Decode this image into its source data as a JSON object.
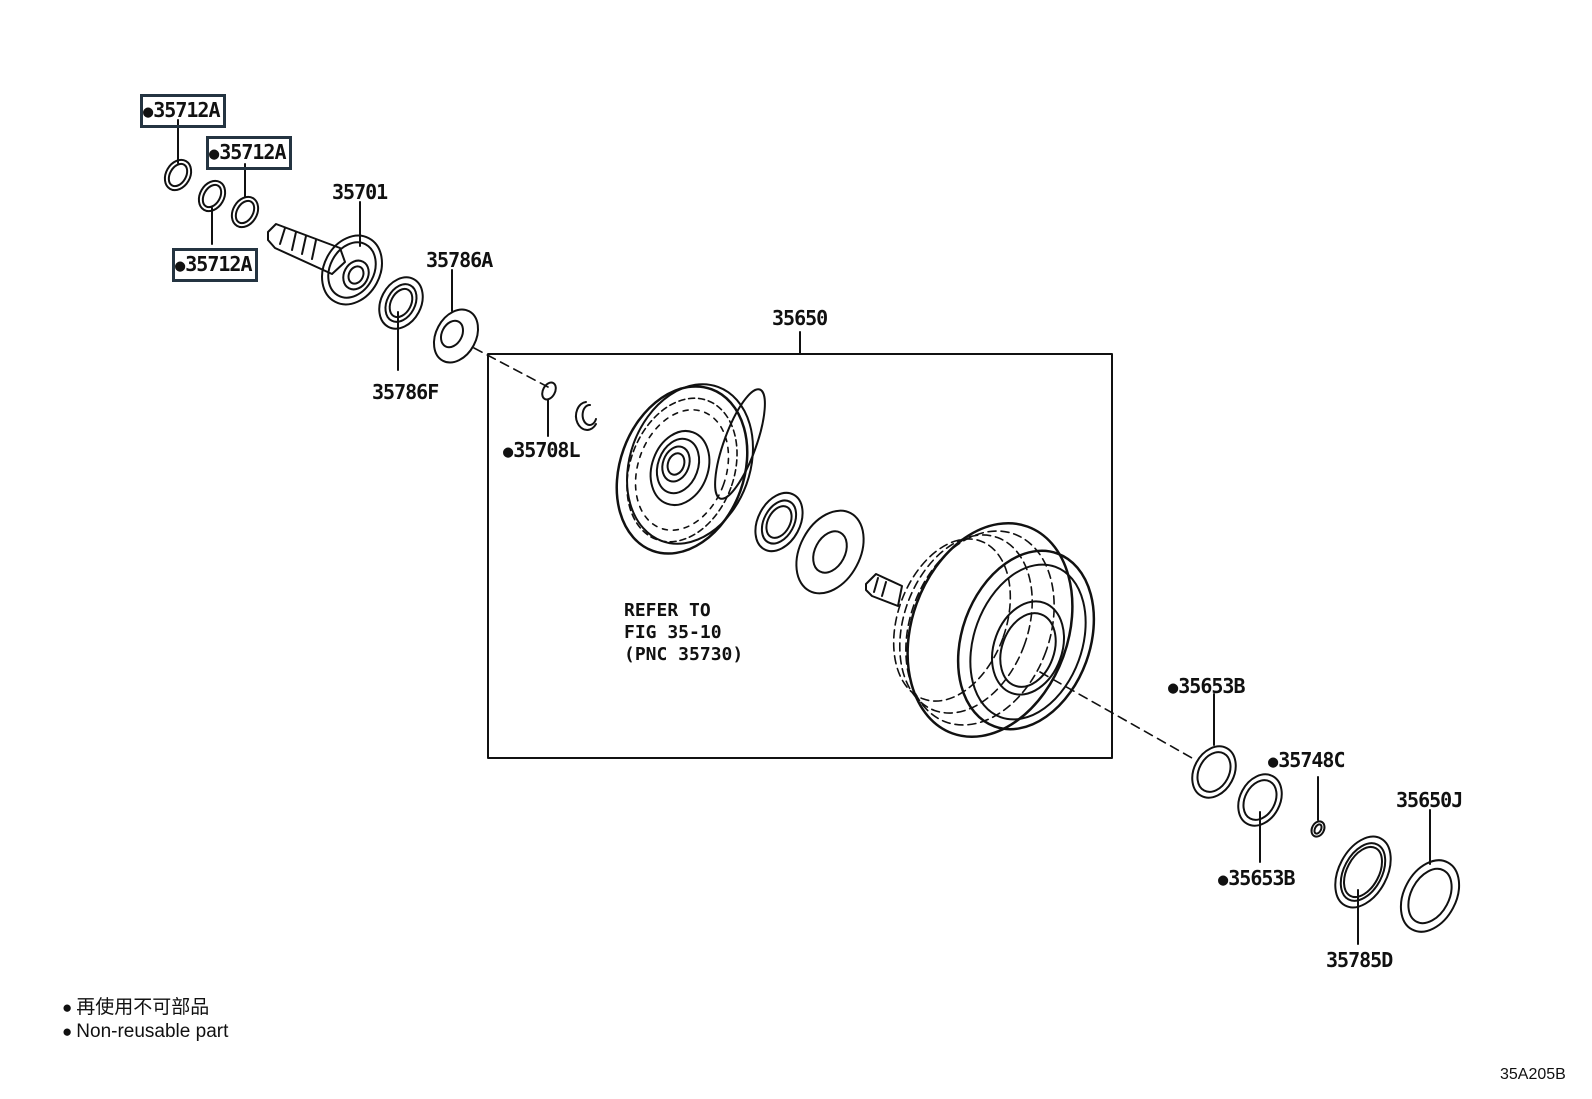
{
  "marker": "●",
  "labels": {
    "p35712A_1": "35712A",
    "p35712A_2": "35712A",
    "p35712A_3": "35712A",
    "p35701": "35701",
    "p35786A": "35786A",
    "p35786F": "35786F",
    "p35650": "35650",
    "p35708L": "35708L",
    "p35653B_1": "35653B",
    "p35748C": "35748C",
    "p35650J": "35650J",
    "p35653B_2": "35653B",
    "p35785D": "35785D"
  },
  "refer_note": {
    "line1": "REFER TO",
    "line2": "FIG 35-10",
    "line3": "(PNC 35730)"
  },
  "legend": {
    "jp": "再使用不可部品",
    "en": "Non-reusable part"
  },
  "figure_id": "35A205B",
  "icons": [
    "filled-circle-marker"
  ],
  "colors": {
    "highlight_border": "#243441",
    "ink": "#111111"
  }
}
